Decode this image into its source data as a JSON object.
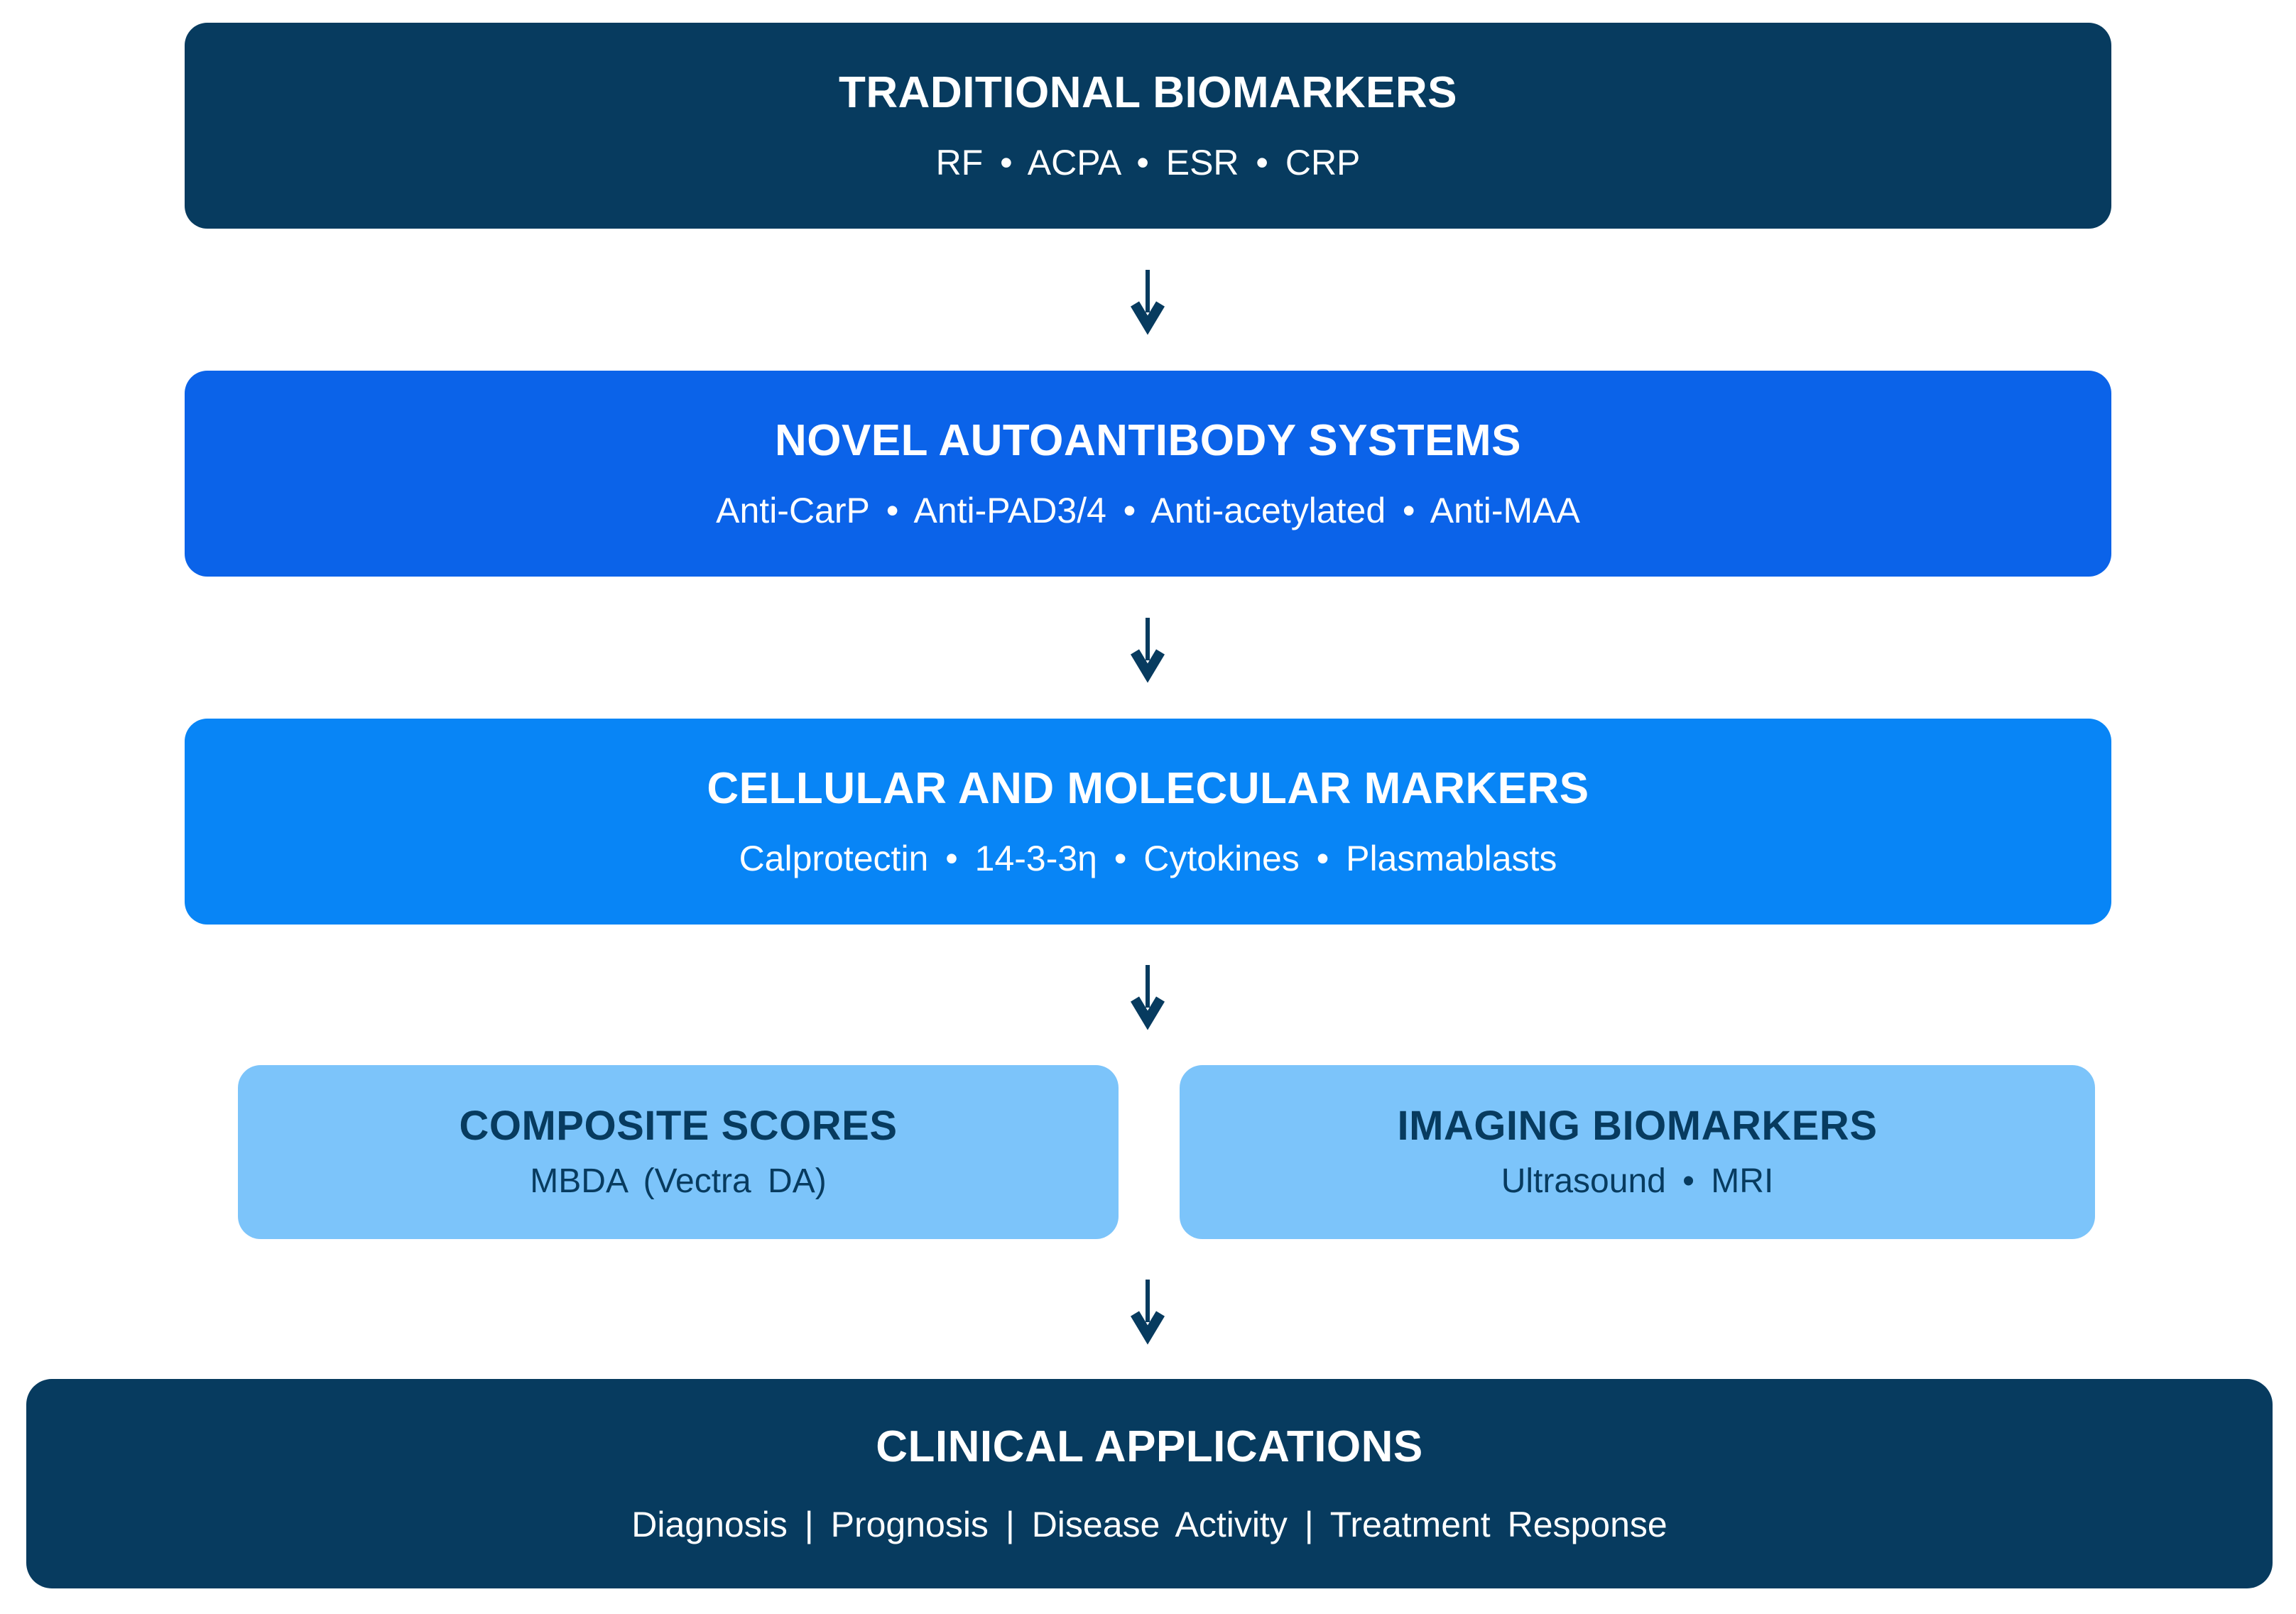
{
  "figure": {
    "title_implied": "Biomarkers flowchart",
    "colors": {
      "navy": "#073B5F",
      "bright_blue": "#0B63E9",
      "medium_blue": "#0885F6",
      "light_blue": "#7CC4FA",
      "text_on_dark": "#FFFFFF",
      "arrow": "#073B5F",
      "background": "#FFFFFF"
    },
    "boxes": {
      "traditional": {
        "title": "TRADITIONAL BIOMARKERS",
        "subtitle": "RF • ACPA • ESR • CRP"
      },
      "novel": {
        "title": "NOVEL AUTOANTIBODY SYSTEMS",
        "subtitle": "Anti-CarP • Anti-PAD3/4 • Anti-acetylated • Anti-MAA"
      },
      "cellular": {
        "title": "CELLULAR AND MOLECULAR MARKERS",
        "subtitle": "Calprotectin • 14-3-3η • Cytokines • Plasmablasts"
      },
      "composite": {
        "title": "COMPOSITE SCORES",
        "subtitle": "MBDA (Vectra DA)"
      },
      "imaging": {
        "title": "IMAGING BIOMARKERS",
        "subtitle": "Ultrasound • MRI"
      },
      "clinical": {
        "title": "CLINICAL APPLICATIONS",
        "subtitle": "Diagnosis | Prognosis | Disease Activity | Treatment Response"
      }
    }
  }
}
